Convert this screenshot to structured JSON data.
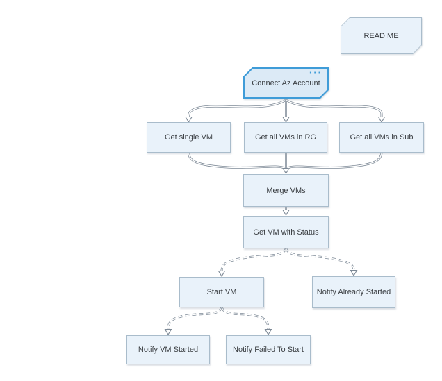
{
  "palette": {
    "canvas_bg": "#ffffff",
    "node_fill": "#e9f2fa",
    "node_border": "#a9bccb",
    "selected_fill": "#dceaf6",
    "selected_border": "#3f9cd8",
    "connector_color": "#7d8996",
    "text_color": "#3a3e42",
    "ellipsis_color": "#3f9cd8"
  },
  "diagram": {
    "nodes": [
      {
        "id": "read-me",
        "label": "READ ME",
        "shape": "hexagon",
        "selected": false
      },
      {
        "id": "connect-az-account",
        "label": "Connect Az Account",
        "shape": "hexagon",
        "selected": true,
        "menu_dots": "···"
      },
      {
        "id": "get-single-vm",
        "label": "Get single VM",
        "shape": "rectangle",
        "selected": false
      },
      {
        "id": "get-all-vms-in-rg",
        "label": "Get all VMs in RG",
        "shape": "rectangle",
        "selected": false
      },
      {
        "id": "get-all-vms-in-sub",
        "label": "Get all VMs in Sub",
        "shape": "rectangle",
        "selected": false
      },
      {
        "id": "merge-vms",
        "label": "Merge VMs",
        "shape": "rectangle",
        "selected": false
      },
      {
        "id": "get-vm-with-status",
        "label": "Get VM with Status",
        "shape": "rectangle",
        "selected": false
      },
      {
        "id": "start-vm",
        "label": "Start VM",
        "shape": "rectangle",
        "selected": false
      },
      {
        "id": "notify-already-started",
        "label": "Notify Already Started",
        "shape": "rectangle",
        "selected": false
      },
      {
        "id": "notify-vm-started",
        "label": "Notify VM Started",
        "shape": "rectangle",
        "selected": false
      },
      {
        "id": "notify-failed-to-start",
        "label": "Notify Failed To Start",
        "shape": "rectangle",
        "selected": false
      }
    ],
    "edges": [
      {
        "from": "connect-az-account",
        "to": "get-single-vm",
        "style": "solid"
      },
      {
        "from": "connect-az-account",
        "to": "get-all-vms-in-rg",
        "style": "solid"
      },
      {
        "from": "connect-az-account",
        "to": "get-all-vms-in-sub",
        "style": "solid"
      },
      {
        "from": "get-single-vm",
        "to": "merge-vms",
        "style": "solid"
      },
      {
        "from": "get-all-vms-in-rg",
        "to": "merge-vms",
        "style": "solid"
      },
      {
        "from": "get-all-vms-in-sub",
        "to": "merge-vms",
        "style": "solid"
      },
      {
        "from": "merge-vms",
        "to": "get-vm-with-status",
        "style": "solid"
      },
      {
        "from": "get-vm-with-status",
        "to": "start-vm",
        "style": "dashed"
      },
      {
        "from": "get-vm-with-status",
        "to": "notify-already-started",
        "style": "dashed"
      },
      {
        "from": "start-vm",
        "to": "notify-vm-started",
        "style": "dashed"
      },
      {
        "from": "start-vm",
        "to": "notify-failed-to-start",
        "style": "dashed"
      }
    ]
  }
}
